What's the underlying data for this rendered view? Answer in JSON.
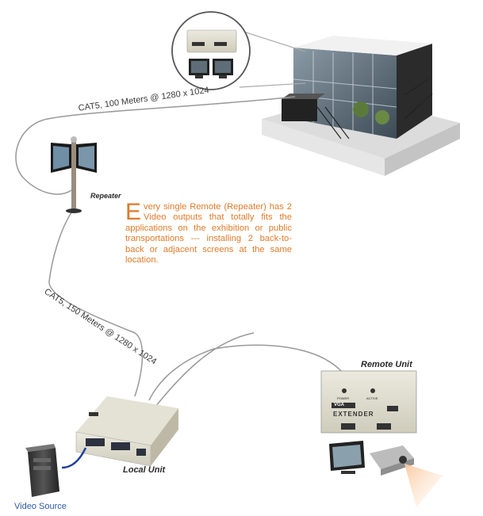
{
  "labels": {
    "cable_top": "CAT5, 100 Meters @ 1280 x 1024",
    "cable_mid": "CAT5, 150 Meters @ 1280 x 1024",
    "repeater": "Repeater",
    "remote_unit": "Remote Unit",
    "local_unit": "Local Unit",
    "video_source": "Video Source"
  },
  "description": {
    "drop_cap": "E",
    "text": "very single Remote (Repeater) has 2 Video  outputs that totally fits the applications on the exhibition or public transportations --- installing 2 back-to-back or adjacent screens at the same location."
  },
  "device": {
    "brand_top": "VGA",
    "model_top": "EXTENDER",
    "power_label": "POWER",
    "active_label": "ACTIVE"
  },
  "colors": {
    "accent_text": "#e07a2a",
    "video_source_text": "#2a5aa8",
    "cable": "#999999",
    "blue_cable": "#2040a0"
  }
}
